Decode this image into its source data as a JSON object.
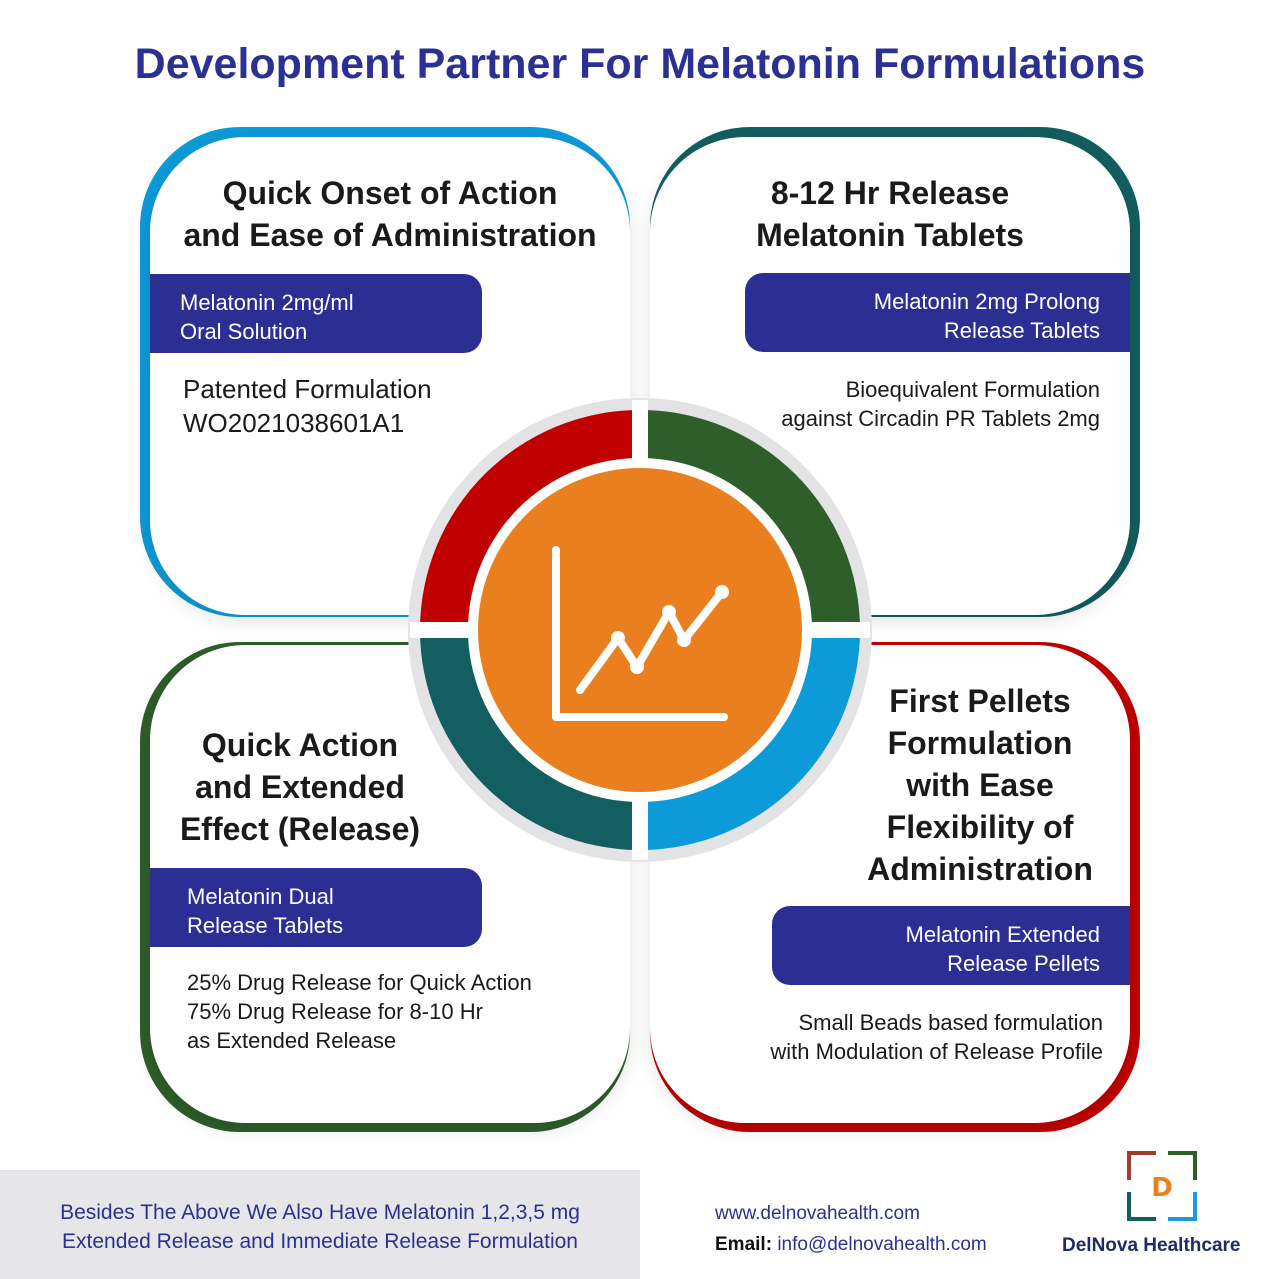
{
  "title": "Development Partner For Melatonin Formulations",
  "cards": [
    {
      "heading": [
        "Quick Onset of Action",
        "and Ease of Administration"
      ],
      "product": [
        "Melatonin 2mg/ml",
        "Oral Solution"
      ],
      "details": [
        "Patented Formulation",
        "WO2021038601A1"
      ],
      "accent": "#0d9ad8"
    },
    {
      "heading": [
        "8-12 Hr Release",
        "Melatonin Tablets"
      ],
      "product": [
        "Melatonin 2mg Prolong",
        "Release Tablets"
      ],
      "details": [
        "Bioequivalent Formulation",
        "against Circadin PR Tablets 2mg"
      ],
      "accent": "#135e60"
    },
    {
      "heading": [
        "Quick Action",
        "and Extended",
        "Effect (Release)"
      ],
      "product": [
        "Melatonin Dual",
        "Release Tablets"
      ],
      "details": [
        "25% Drug Release for Quick Action",
        "75% Drug Release for 8-10 Hr",
        "as Extended Release"
      ],
      "accent": "#2e5e2a"
    },
    {
      "heading": [
        "First Pellets",
        "Formulation",
        "with Ease",
        "Flexibility of",
        "Administration"
      ],
      "product": [
        "Melatonin Extended",
        "Release Pellets"
      ],
      "details": [
        "Small Beads based formulation",
        "with Modulation of Release Profile"
      ],
      "accent": "#c00000"
    }
  ],
  "center_icon": "line-chart-icon",
  "footer": {
    "note": [
      "Besides The Above We Also Have Melatonin 1,2,3,5 mg",
      "Extended Release and Immediate Release Formulation"
    ],
    "website": "www.delnovahealth.com",
    "email_label": "Email:",
    "email": "info@delnovahealth.com",
    "brand": "DelNova Healthcare",
    "logo_letter": "D"
  }
}
